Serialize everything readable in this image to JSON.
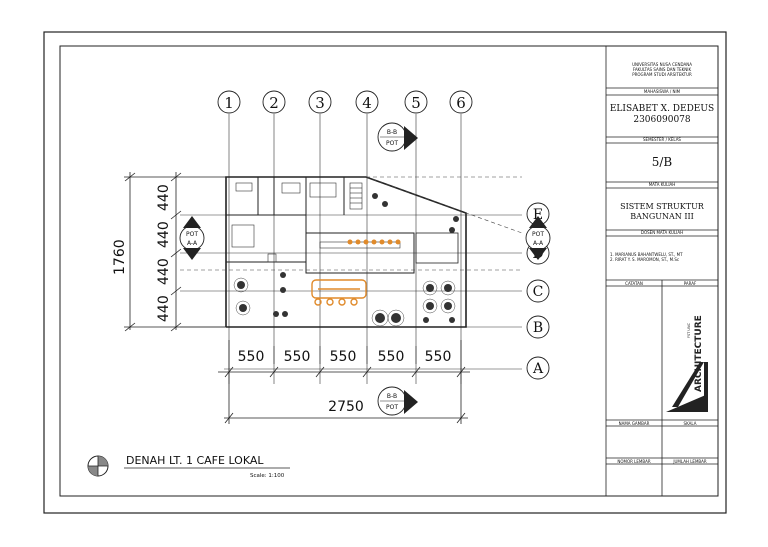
{
  "title_block": {
    "institution_lines": [
      "UNIVERSITAS NUSA CENDANA",
      "FAKULTAS SAINS DAN TEKNIK",
      "PROGRAM STUDI ARSITEKTUR"
    ],
    "student_label": "MAHASISWA / NIM",
    "student_name": "ELISABET X. DEDEUS",
    "student_nim": "2306090078",
    "semester_label": "SEMESTER / KELAS",
    "semester_value": "5/B",
    "course_label": "MATA KULIAH",
    "course_line1": "SISTEM STRUKTUR",
    "course_line2": "BANGUNAN III",
    "lecturer_label": "DOSEN MATA KULIAH",
    "lecturer_1": "1. MARIANUS BAHANTWELU, ST., MT",
    "lecturer_2": "2. RIRAT Y. S. MAROMON, ST., M.Sc",
    "notes_label": "CATATAN",
    "approval_label": "PARAF",
    "logo_text": "ARCHITECTURE",
    "logo_small": "FST UNC",
    "drawing_name_label": "NAMA GAMBAR",
    "scale_label": "SKALA",
    "sheet_number_label": "NOMOR LEMBAR",
    "sheet_count_label": "JUMLAH LEMBAR"
  },
  "drawing": {
    "title": "DENAH LT. 1 CAFE LOKAL",
    "scale": "Scale: 1:100",
    "grid_columns": [
      "1",
      "2",
      "3",
      "4",
      "5",
      "6"
    ],
    "grid_rows": [
      "E",
      "D",
      "C",
      "B",
      "A"
    ],
    "horizontal_spans": [
      "550",
      "550",
      "550",
      "550",
      "550"
    ],
    "horizontal_total": "2750",
    "vertical_spans": [
      "440",
      "440",
      "440",
      "440"
    ],
    "vertical_total": "1760",
    "section_top": [
      "B-B",
      "POT"
    ],
    "section_bottom": [
      "B-B",
      "POT"
    ],
    "section_left": [
      "POT",
      "A-A"
    ],
    "section_right": [
      "POT",
      "A-A"
    ]
  }
}
